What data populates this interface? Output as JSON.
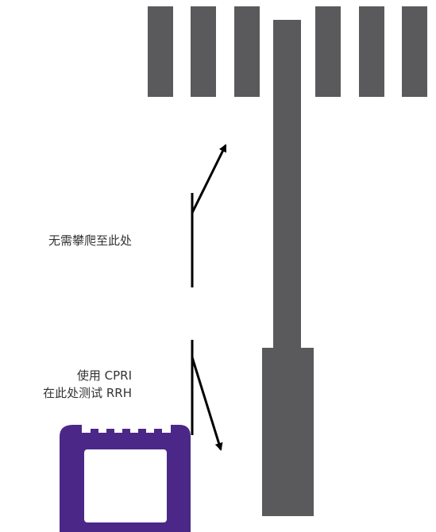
{
  "labels": {
    "no_climb": "无需攀爬至此处",
    "test_line_1": "使用 CPRI",
    "test_line_2": "在此处测试 RRH"
  },
  "colors": {
    "tower": "#5a5a5c",
    "device": "#4b2887",
    "device_screen": "#ffffff",
    "lines": "#000000",
    "text": "#333333"
  },
  "icons": {
    "tower": "cell-tower-icon",
    "tester": "handheld-tester-icon"
  }
}
